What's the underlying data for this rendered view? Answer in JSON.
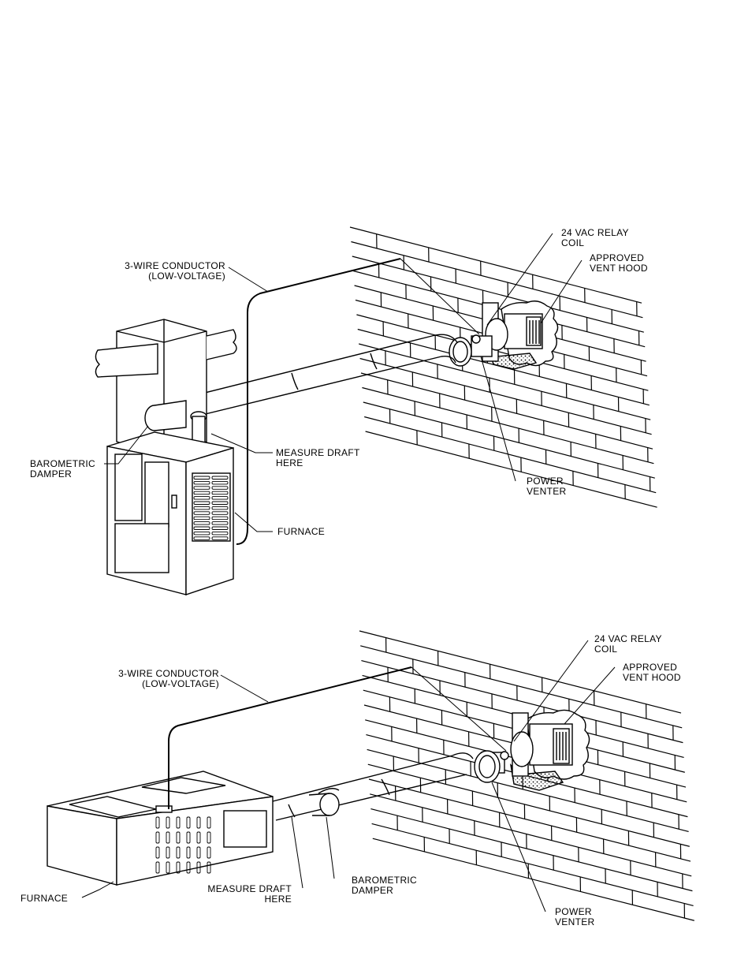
{
  "diagram_top": {
    "wire_label": [
      "3-WIRE CONDUCTOR",
      "(LOW-VOLTAGE)"
    ],
    "relay_label": [
      "24 VAC RELAY",
      "COIL"
    ],
    "hood_label": [
      "APPROVED",
      "VENT HOOD"
    ],
    "damper_label": [
      "BAROMETRIC",
      "DAMPER"
    ],
    "draft_label": [
      "MEASURE DRAFT",
      "HERE"
    ],
    "venter_label": [
      "POWER",
      "VENTER"
    ],
    "furnace_label": "FURNACE"
  },
  "diagram_bottom": {
    "wire_label": [
      "3-WIRE CONDUCTOR",
      "(LOW-VOLTAGE)"
    ],
    "relay_label": [
      "24 VAC RELAY",
      "COIL"
    ],
    "hood_label": [
      "APPROVED",
      "VENT HOOD"
    ],
    "draft_label": [
      "MEASURE DRAFT",
      "HERE"
    ],
    "damper_label": [
      "BAROMETRIC",
      "DAMPER"
    ],
    "venter_label": [
      "POWER",
      "VENTER"
    ],
    "furnace_label": "FURNACE"
  }
}
